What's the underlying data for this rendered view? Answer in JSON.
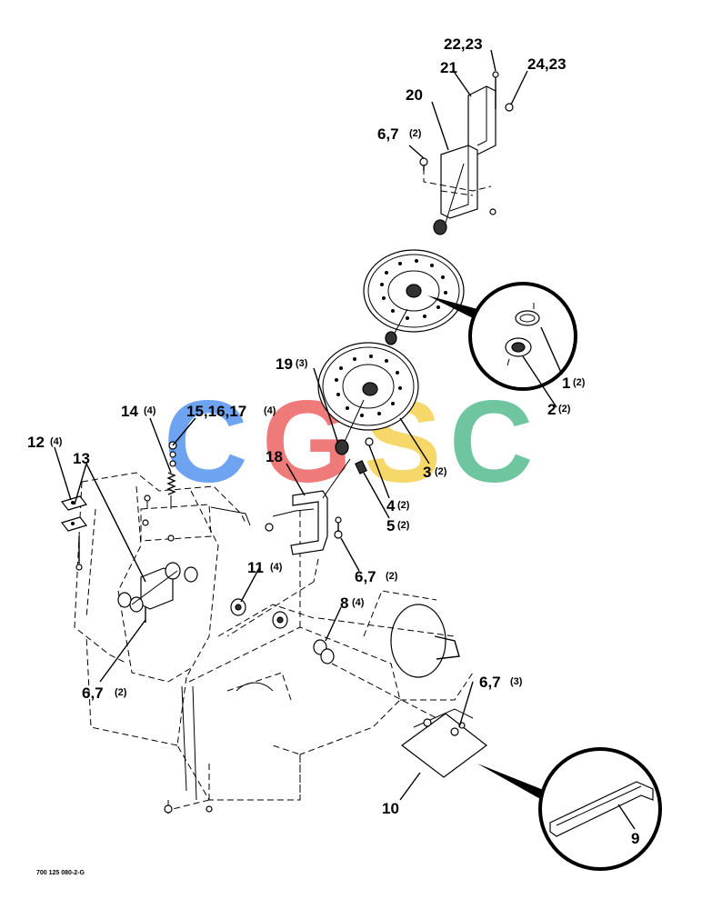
{
  "callouts": {
    "c22_23": "22,23",
    "c21": "21",
    "c24_23": "24,23",
    "c20": "20",
    "c6_7_top": "6,7",
    "c6_7_top_qty": "(2)",
    "c19": "19",
    "c19_qty": "(3)",
    "c1": "1",
    "c1_qty": "(2)",
    "c2": "2",
    "c2_qty": "(2)",
    "c14": "14",
    "c14_qty": "(4)",
    "c15_16_17": "15,16,17",
    "c15_16_17_qty": "(4)",
    "c12": "12",
    "c12_qty": "(4)",
    "c13": "13",
    "c18": "18",
    "c3": "3",
    "c3_qty": "(2)",
    "c4": "4",
    "c4_qty": "(2)",
    "c5": "5",
    "c5_qty": "(2)",
    "c6_7_mid": "6,7",
    "c6_7_mid_qty": "(2)",
    "c11": "11",
    "c11_qty": "(4)",
    "c8": "8",
    "c8_qty": "(4)",
    "c6_7_left": "6,7",
    "c6_7_left_qty": "(2)",
    "c6_7_right": "6,7",
    "c6_7_right_qty": "(3)",
    "c10": "10",
    "c9": "9"
  },
  "drawing_code": "700 125 080-2-G",
  "watermark": {
    "letters": [
      "C",
      "G",
      "S",
      "C"
    ],
    "colors": [
      "#4f8ff0",
      "#ec5e5e",
      "#f5d04a",
      "#4fb98a"
    ]
  }
}
